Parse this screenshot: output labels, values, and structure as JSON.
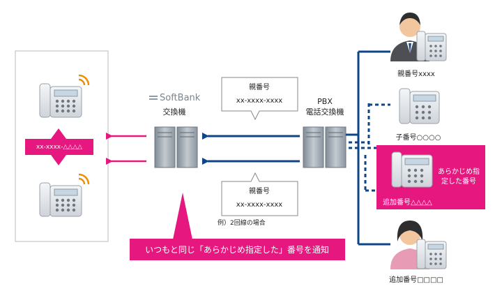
{
  "softbank": {
    "logo": "SoftBank",
    "label": "交換機"
  },
  "pbx": {
    "line1": "PBX",
    "line2": "電話交換機"
  },
  "bubble_top": {
    "title": "親番号",
    "number": "xx-xxxx-xxxx"
  },
  "bubble_bottom": {
    "title": "親番号",
    "number": "xx-xxxx-xxxx"
  },
  "example_note": "例）2回線の場合",
  "callee_number_tag": "xx-xxxx-△△△△",
  "callout": "いつもと同じ「あらかじめ指定した」番号を通知",
  "extensions": {
    "parent": "親番号xxxx",
    "child": "子番号○○○○",
    "added_highlight_text": "あらかじめ指定した番号",
    "added_highlight": "追加番号△△△△",
    "added_bottom": "追加番号□□□□"
  },
  "colors": {
    "navy": "#0d4587",
    "pink": "#e6177e",
    "server": "#9aa3ab",
    "phone": "#e7eaee"
  }
}
